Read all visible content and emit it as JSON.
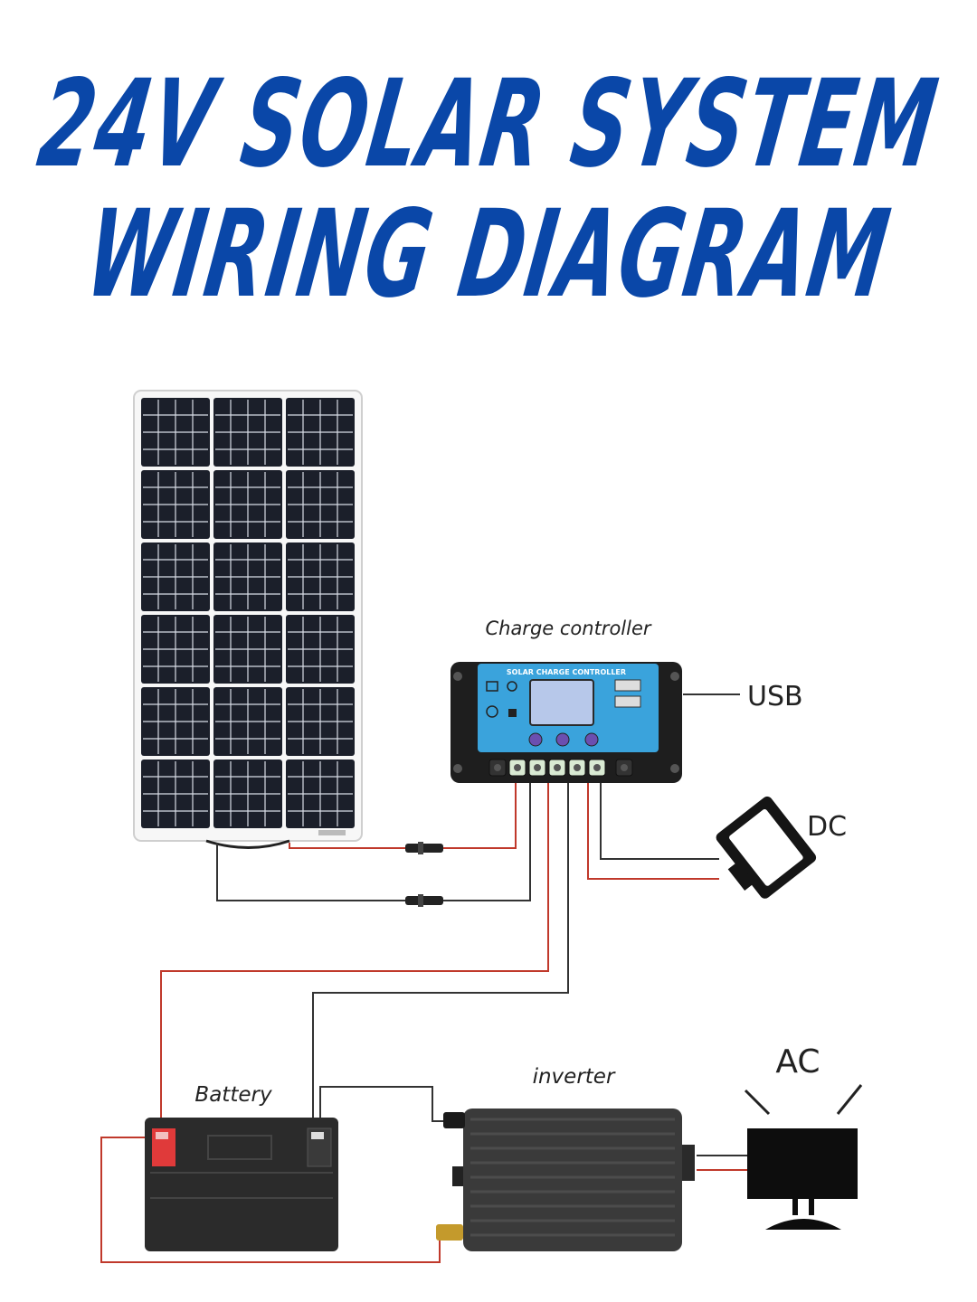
{
  "title": {
    "line1": "24V SOLAR SYSTEM",
    "line2": "WIRING DIAGRAM"
  },
  "labels": {
    "charge_controller": "Charge controller",
    "controller_panel_text": "SOLAR CHARGE CONTROLLER",
    "usb": "USB",
    "dc": "DC",
    "battery": "Battery",
    "inverter": "inverter",
    "ac": "AC"
  },
  "colors": {
    "title": "#0a47a8",
    "wire_positive": "#c0392b",
    "wire_negative": "#333333",
    "panel_cell": "#1b1f2a",
    "controller_face": "#3aa3dc",
    "controller_body": "#1e1e1e",
    "battery_body": "#2b2b2b",
    "battery_terminal_pos": "#e03a3a",
    "inverter_body": "#3a3a3a"
  }
}
